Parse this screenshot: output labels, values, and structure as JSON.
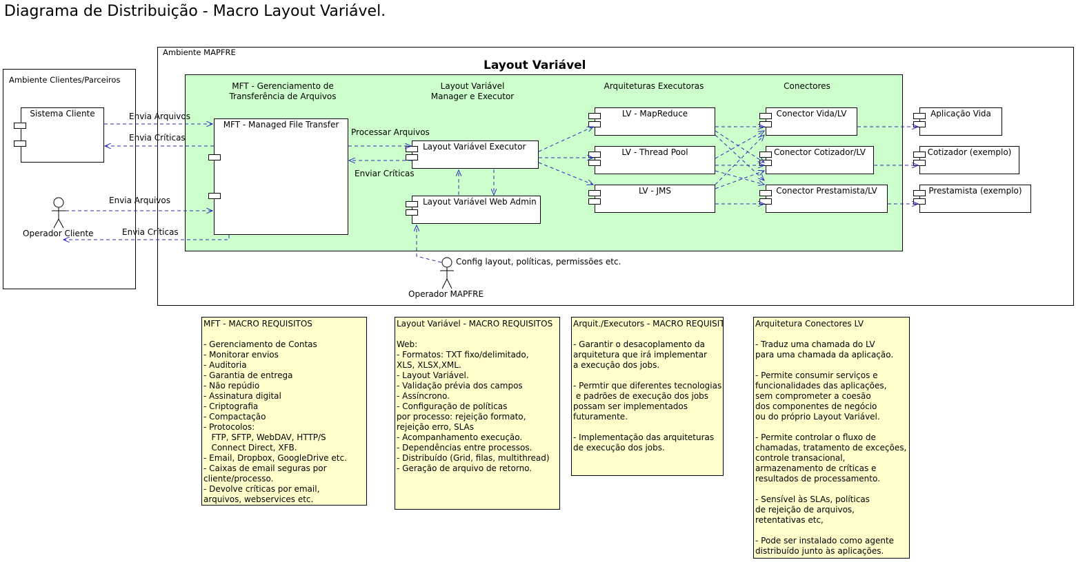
{
  "title": "Diagrama de Distribuição - Macro Layout Variável.",
  "env_clients": {
    "label": "Ambiente Clientes/Parceiros"
  },
  "env_mapfre": {
    "label": "Ambiente MAPFRE"
  },
  "layout_variavel": {
    "title": "Layout Variável",
    "col_mft": "MFT - Gerenciamento de\nTransferência de Arquivos",
    "col_lv": "Layout Variável\nManager e Executor",
    "col_arq": "Arquiteturas Executoras",
    "col_con": "Conectores"
  },
  "components": {
    "sistema_cliente": "Sistema Cliente",
    "mft": "MFT - Managed File Transfer",
    "lv_executor": "Layout Variável Executor",
    "lv_web_admin": "Layout Variável Web Admin",
    "lv_mapreduce": "LV - MapReduce",
    "lv_thread_pool": "LV - Thread Pool",
    "lv_jms": "LV - JMS",
    "conector_vida": "Conector Vida/LV",
    "conector_cotizador": "Conector Cotizador/LV",
    "conector_prestamista": "Conector Prestamista/LV",
    "aplicacao_vida": "Aplicação Vida",
    "cotizador": "Cotizador (exemplo)",
    "prestamista": "Prestamista (exemplo)"
  },
  "actors": {
    "operador_cliente": "Operador Cliente",
    "operador_mapfre": "Operador MAPFRE"
  },
  "edges": {
    "envia_arquivos_1": "Envia Arquivos",
    "envia_criticas_1": "Envia Críticas",
    "envia_arquivos_2": "Envia Arquivos",
    "envia_criticas_2": "Envia Críticas",
    "processar_arquivos": "Processar Arquivos",
    "enviar_criticas": "Enviar Críticas",
    "config": "Config layout, políticas, permissões etc."
  },
  "notes": {
    "mft": "MFT - MACRO REQUISITOS\n\n- Gerenciamento de Contas\n- Monitorar envios\n- Auditoria\n- Garantia de entrega\n- Não repúdio\n- Assinatura digital\n- Criptografia\n- Compactação\n- Protocolos:\n   FTP, SFTP, WebDAV, HTTP/S\n   Connect Direct, XFB.\n- Email, Dropbox, GoogleDrive etc.\n- Caixas de email seguras por\ncliente/processo.\n- Devolve críticas por email,\narquivos, webservices etc.",
    "lv": "Layout Variável - MACRO REQUISITOS\n\nWeb:\n- Formatos: TXT fixo/delimitado,\nXLS, XLSX,XML.\n- Layout Variável.\n- Validação prévia dos campos\n- Assíncrono.\n- Configuração de políticas\npor processo: rejeição formato,\nrejeição erro, SLAs\n- Acompanhamento execução.\n- Dependências entre processos.\n- Distribuído (Grid, filas, multithread)\n- Geração de arquivo de retorno.",
    "arq": "Arquit./Executors - MACRO REQUISITOS\n\n- Garantir o desacoplamento da\narquitetura que irá implementar\na execução dos jobs.\n\n- Permtir que diferentes tecnologias\n e padrões de execução dos jobs\npossam ser implementados\nfuturamente.\n\n- Implementação das arquiteturas\nde execução dos jobs.",
    "con": "Arquitetura Conectores LV\n\n- Traduz uma chamada do LV\npara uma chamada da aplicação.\n\n- Permite consumir serviços e\nfuncionalidades das aplicações,\nsem comprometer a coesão\ndos componentes de negócio\nou do próprio Layout Variável.\n\n- Permite controlar o fluxo de\nchamadas, tratamento de exceções,\ncontrole transacional,\narmazenamento de críticas e\nresultados de processamento.\n\n- Sensível às SLAs, políticas\nde rejeição de arquivos,\nretentativas etc,\n\n- Pode ser instalado como agente\ndistribuído junto às aplicações."
  },
  "colors": {
    "package_fill": "#ccffcc",
    "note_fill": "#ffffcc",
    "edge": "#2a2ab8"
  }
}
